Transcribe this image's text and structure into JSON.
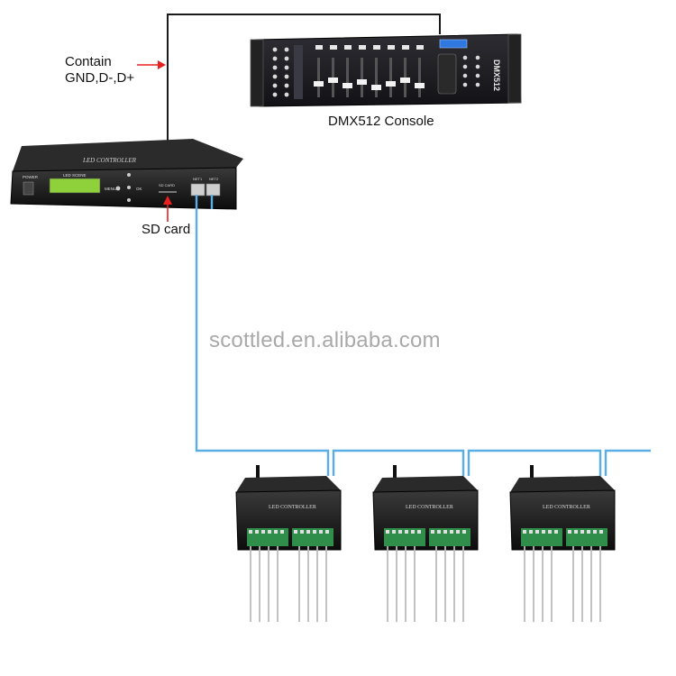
{
  "annotations": {
    "contain_line1": "Contain",
    "contain_line2": "GND,D-,D+",
    "console_caption": "DMX512 Console",
    "sd_card": "SD card",
    "watermark": "scottled.en.alibaba.com"
  },
  "devices": {
    "main_controller": {
      "top_label": "LED CONTROLLER",
      "power_label": "POWER",
      "screen_text": "LED SCENE",
      "button_menu": "MENU",
      "button_ok": "OK",
      "sd_slot_label": "SD CARD",
      "port1": "NET1",
      "port2": "NET2"
    },
    "console": {
      "brand": "DMX512"
    },
    "slave_controllers": [
      {
        "label": "LED CONTROLLER"
      },
      {
        "label": "LED CONTROLLER"
      },
      {
        "label": "LED CONTROLLER"
      }
    ]
  },
  "colors": {
    "cable_blue": "#5aaee6",
    "cable_black": "#1a1a1a",
    "arrow_red": "#e8201f",
    "lcd_green": "#8fd13a",
    "device_body": "#1b1b1b",
    "terminal_green": "#2f8f4a"
  }
}
